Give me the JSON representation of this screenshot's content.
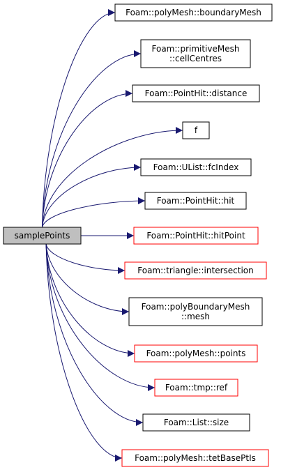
{
  "graph": {
    "source": {
      "label": "samplePoints"
    },
    "targets": [
      {
        "id": "boundaryMesh",
        "lines": [
          "Foam::polyMesh::boundaryMesh"
        ],
        "has_unlisted_callees": false
      },
      {
        "id": "cellCentres",
        "lines": [
          "Foam::primitiveMesh",
          "::cellCentres"
        ],
        "has_unlisted_callees": false
      },
      {
        "id": "distance",
        "lines": [
          "Foam::PointHit::distance"
        ],
        "has_unlisted_callees": false
      },
      {
        "id": "f",
        "lines": [
          "f"
        ],
        "has_unlisted_callees": false
      },
      {
        "id": "fcIndex",
        "lines": [
          "Foam::UList::fcIndex"
        ],
        "has_unlisted_callees": false
      },
      {
        "id": "hit",
        "lines": [
          "Foam::PointHit::hit"
        ],
        "has_unlisted_callees": false
      },
      {
        "id": "hitPoint",
        "lines": [
          "Foam::PointHit::hitPoint"
        ],
        "has_unlisted_callees": true
      },
      {
        "id": "intersection",
        "lines": [
          "Foam::triangle::intersection"
        ],
        "has_unlisted_callees": true
      },
      {
        "id": "mesh",
        "lines": [
          "Foam::polyBoundaryMesh",
          "::mesh"
        ],
        "has_unlisted_callees": false
      },
      {
        "id": "points",
        "lines": [
          "Foam::polyMesh::points"
        ],
        "has_unlisted_callees": true
      },
      {
        "id": "ref",
        "lines": [
          "Foam::tmp::ref"
        ],
        "has_unlisted_callees": true
      },
      {
        "id": "size",
        "lines": [
          "Foam::List::size"
        ],
        "has_unlisted_callees": false
      },
      {
        "id": "tetBasePtIs",
        "lines": [
          "Foam::polyMesh::tetBasePtIs"
        ],
        "has_unlisted_callees": true
      }
    ]
  },
  "colors": {
    "edge": "#191970",
    "source_fill": "#bfbfbf",
    "node_border": "#000000",
    "node_border_unlisted": "#ff0000",
    "node_fill": "#ffffff"
  }
}
